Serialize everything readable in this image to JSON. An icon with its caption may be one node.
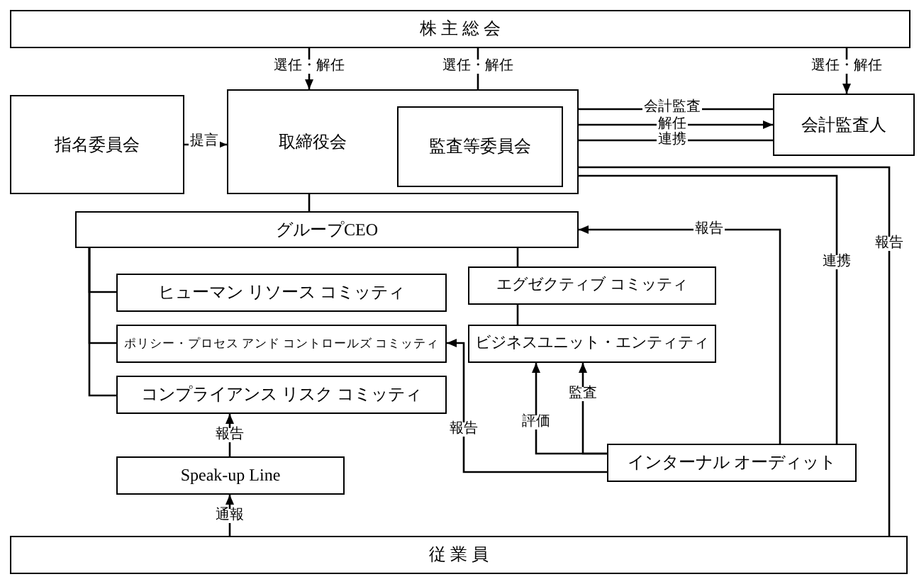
{
  "diagram": {
    "nodes": [
      {
        "text": [
          "株 主 総 会"
        ]
      },
      {
        "text": [
          "指名委員会"
        ]
      },
      {
        "text": [
          "取締役会"
        ]
      },
      {
        "text": [
          "監査等委員会"
        ],
        "in": 2
      },
      {
        "text": [
          "会計監査人"
        ]
      },
      {
        "text": [
          "グループCEO"
        ]
      },
      {
        "text": [
          "ヒューマン リソース コミッティ"
        ]
      },
      {
        "text": [
          "ポリシー・プロセス アンド コントロールズ コミッティ"
        ]
      },
      {
        "text": [
          "コンプライアンス リスク コミッティ"
        ]
      },
      {
        "text": [
          "エグゼクティブ コミッティ"
        ]
      },
      {
        "text": [
          "ビジネスユニット・エンティティ"
        ]
      },
      {
        "text": [
          "Speak-up Line"
        ]
      },
      {
        "text": [
          "インターナル オーディット"
        ]
      },
      {
        "text": [
          "従 業 員"
        ]
      }
    ],
    "edges": [
      {
        "from": 0,
        "to": 2,
        "arrow": "to",
        "label": "選任・解任"
      },
      {
        "from": 0,
        "to": 3,
        "arrow": "to",
        "label": "選任・解任"
      },
      {
        "from": 0,
        "to": 4,
        "arrow": "to",
        "label": "選任・解任"
      },
      {
        "from": 1,
        "to": 2,
        "arrow": "to",
        "label": "提言"
      },
      {
        "from": 4,
        "to": 3,
        "arrow": "to",
        "label": "会計監査"
      },
      {
        "from": 3,
        "to": 4,
        "arrow": "to",
        "label": "解任"
      },
      {
        "from": 3,
        "to": 4,
        "arrow": "none",
        "label": "連携"
      },
      {
        "from": 13,
        "to": 3,
        "arrow": "to",
        "label": "報告"
      },
      {
        "from": 12,
        "to": 3,
        "arrow": "none",
        "label": "連携"
      },
      {
        "from": 12,
        "to": 5,
        "arrow": "to",
        "label": "報告"
      },
      {
        "from": 12,
        "to": 10,
        "arrow": "to",
        "label": "監査"
      },
      {
        "from": 12,
        "to": 10,
        "arrow": "to",
        "label": "評価"
      },
      {
        "from": 12,
        "to": 7,
        "arrow": "to",
        "label": "報告"
      },
      {
        "from": 2,
        "to": 5,
        "arrow": "none"
      },
      {
        "from": 5,
        "to": 6,
        "arrow": "none"
      },
      {
        "from": 5,
        "to": 7,
        "arrow": "none"
      },
      {
        "from": 5,
        "to": 8,
        "arrow": "none"
      },
      {
        "from": 5,
        "to": 9,
        "arrow": "none"
      },
      {
        "from": 9,
        "to": 10,
        "arrow": "none"
      },
      {
        "from": 11,
        "to": 8,
        "arrow": "to",
        "label": "報告"
      },
      {
        "from": 13,
        "to": 11,
        "arrow": "to",
        "label": "通報"
      }
    ]
  }
}
